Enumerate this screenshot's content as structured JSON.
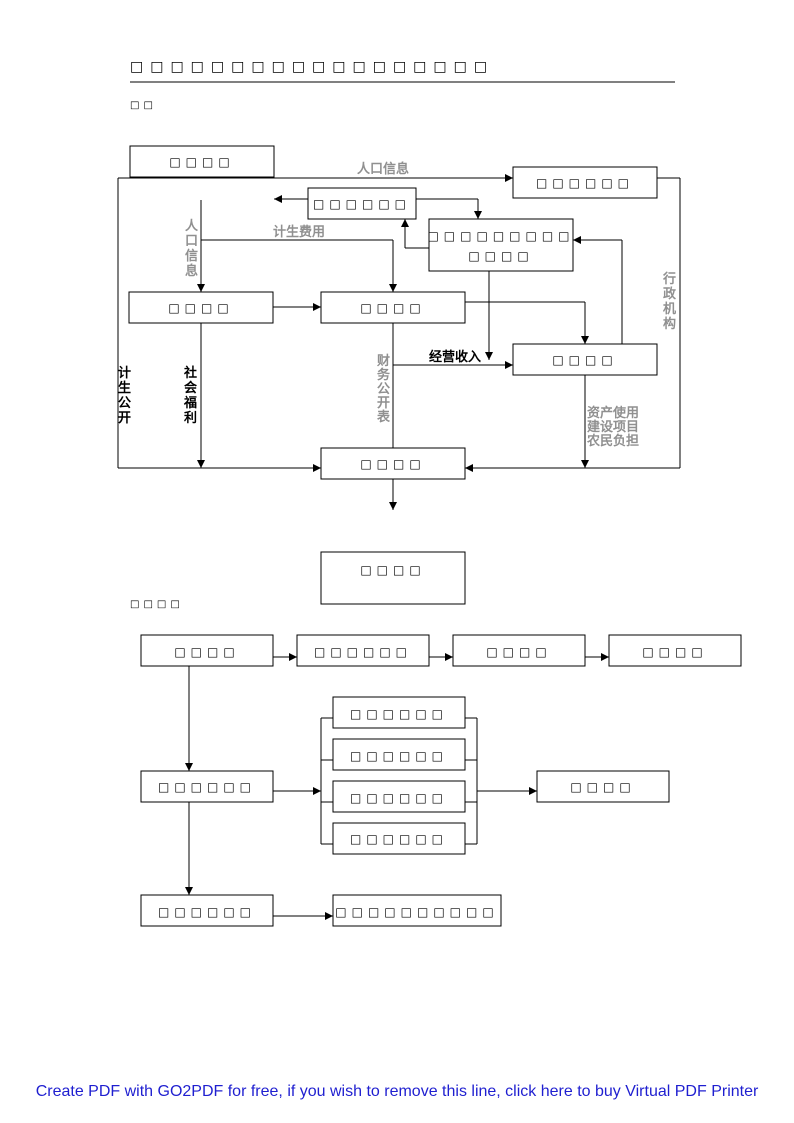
{
  "header": {
    "title": "□□□□□□□□□□□□□□□□□□",
    "section1": "□□",
    "section2": "□□□□"
  },
  "flow1": {
    "boxes": {
      "b1": "□□□□",
      "b2": "□□□□□□",
      "b3": "□□□□□□",
      "b4a": "□□□□□□□□□",
      "b4b": "□□□□",
      "b5": "□□□□",
      "b6": "□□□□",
      "b7": "□□□□",
      "b8": "□□□□",
      "b9": "□□□□"
    },
    "labels": {
      "pop_info_top": "人口信息",
      "pop_info_side": [
        "人",
        "口",
        "信",
        "息"
      ],
      "plan_fee": "计生费用",
      "jisheng": [
        "计",
        "生",
        "公",
        "开"
      ],
      "welfare": [
        "社",
        "会",
        "福",
        "利"
      ],
      "finance": [
        "财",
        "务",
        "公",
        "开",
        "表"
      ],
      "income": "经营收入",
      "admin": [
        "行",
        "政",
        "机",
        "构"
      ],
      "assets": [
        "资产使用",
        "建设项目",
        "农民负担"
      ]
    }
  },
  "flow2": {
    "boxes": {
      "c1": "□□□□",
      "c2": "□□□□□□",
      "c3": "□□□□",
      "c4": "□□□□",
      "c5": "□□□□□□",
      "c6": "□□□□□□",
      "c7": "□□□□□□",
      "c8": "□□□□□□",
      "c9": "□□□□□□",
      "c10": "□□□□",
      "c11": "□□□□□□",
      "c12": "□□□□□□□□□□"
    }
  },
  "footer": {
    "text": "Create PDF with GO2PDF for free, if you wish to remove this line, click here to buy Virtual PDF Printer"
  },
  "colors": {
    "line": "#000000",
    "gray_label": "#909090",
    "footer_link": "#1f1fd0"
  }
}
